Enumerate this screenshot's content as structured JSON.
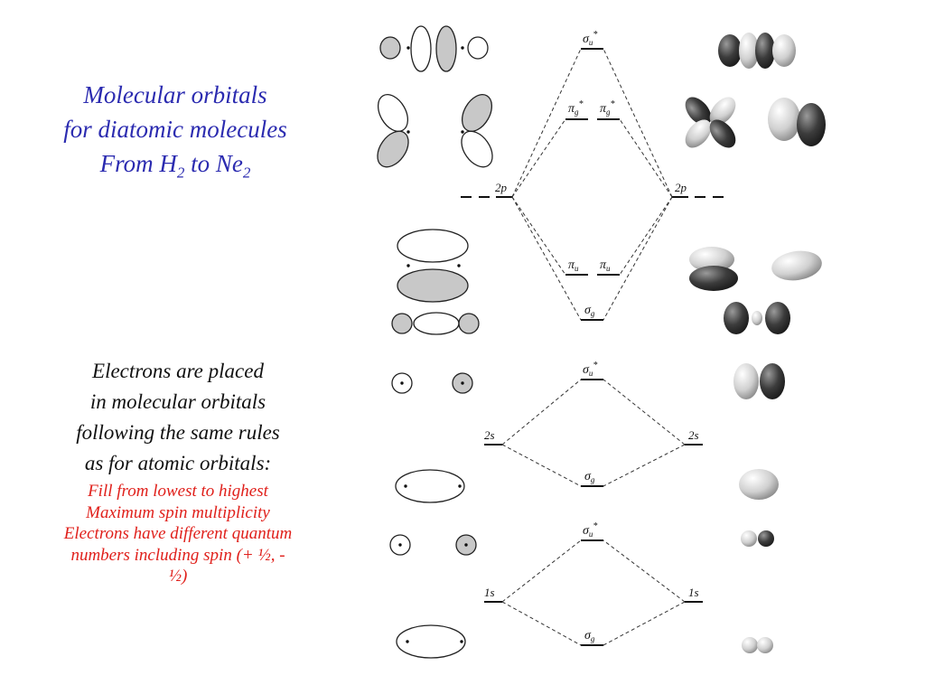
{
  "title": {
    "line1": "Molecular orbitals",
    "line2": "for diatomic molecules",
    "line3_pre": "From H",
    "line3_sub1": "2",
    "line3_mid": " to Ne",
    "line3_sub2": "2"
  },
  "body": {
    "lines": [
      "Electrons are placed",
      "in molecular orbitals",
      "following the same rules",
      "as for atomic orbitals:"
    ]
  },
  "rules": {
    "lines": [
      "Fill from lowest to highest",
      "Maximum spin multiplicity",
      "Electrons have different quantum",
      "numbers including spin (+ ½, -",
      "½)"
    ]
  },
  "diagram": {
    "p_block": {
      "atomic_label": "2p",
      "sigma_u_star": "σ",
      "sigma_u_star_sub": "u",
      "pi_g_star": "π",
      "pi_g_star_sub": "g",
      "pi_u": "π",
      "pi_u_sub": "u",
      "sigma_g": "σ",
      "sigma_g_sub": "g",
      "star": "*"
    },
    "s2_block": {
      "atomic_label": "2s",
      "sigma_u_star": "σ",
      "sigma_u_star_sub": "u",
      "sigma_g": "σ",
      "sigma_g_sub": "g",
      "star": "*"
    },
    "s1_block": {
      "atomic_label": "1s",
      "sigma_u_star": "σ",
      "sigma_u_star_sub": "u",
      "sigma_g": "σ",
      "sigma_g_sub": "g",
      "star": "*"
    }
  },
  "colors": {
    "title": "#2b2bb0",
    "rules": "#e0201b",
    "lobe_shaded": "#c8c8c8",
    "lobe_dark": "#3a3a3a"
  }
}
